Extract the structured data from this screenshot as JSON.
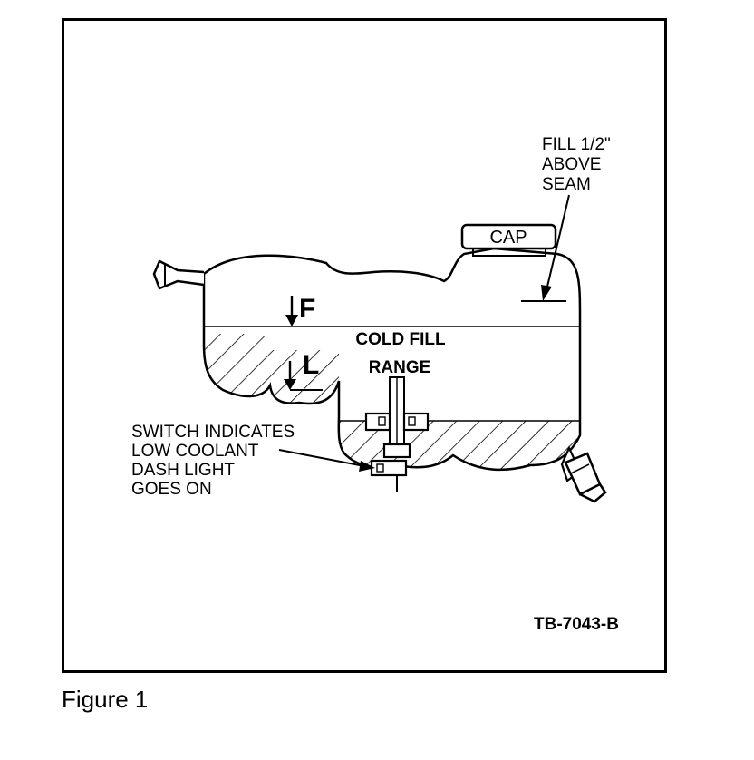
{
  "figure": {
    "caption": "Figure 1",
    "code": "TB-7043-B"
  },
  "labels": {
    "cap": "CAP",
    "fill_note": [
      "FILL 1/2\"",
      "ABOVE",
      "SEAM"
    ],
    "full_mark": "F",
    "low_mark": "L",
    "cold_fill": "COLD FILL",
    "range": "RANGE",
    "switch_note": [
      "SWITCH INDICATES",
      "LOW COOLANT",
      "DASH LIGHT",
      "GOES ON"
    ]
  },
  "colors": {
    "ink": "#000000",
    "paper": "#ffffff"
  }
}
